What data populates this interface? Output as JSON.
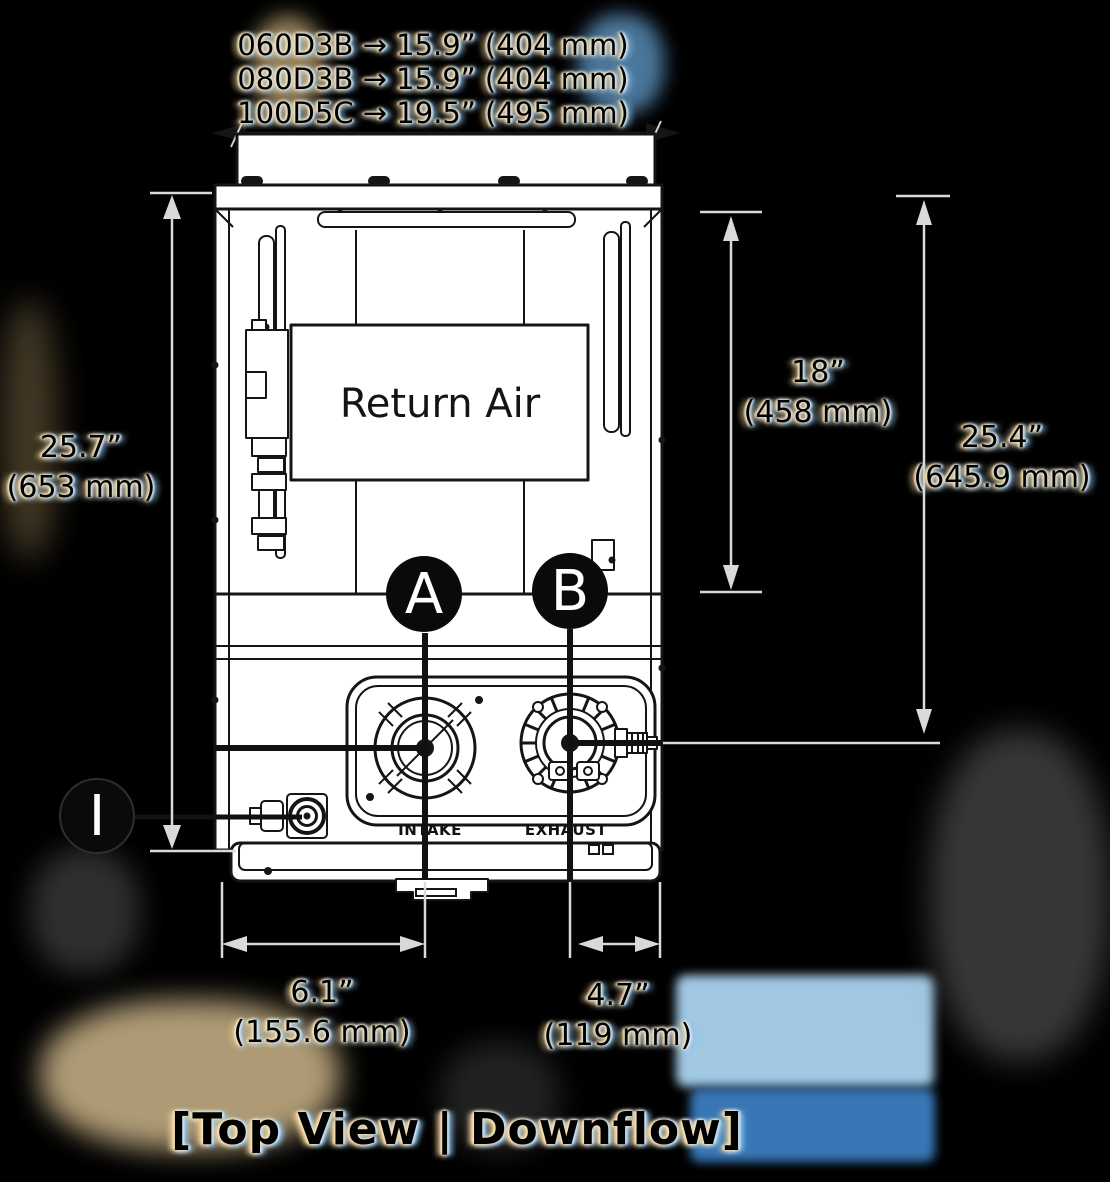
{
  "title": "[Top View | Downflow]",
  "top_models": [
    "060D3B → 15.9” (404 mm)",
    "080D3B → 15.9” (404 mm)",
    "100D5C → 19.5” (495 mm)"
  ],
  "labels": {
    "return_air": "Return Air",
    "intake": "INTAKE",
    "exhaust": "EXHAUST"
  },
  "callouts": {
    "a": "A",
    "b": "B",
    "i": "I"
  },
  "dims": {
    "left": {
      "inches": "25.7”",
      "mm": "(653 mm)"
    },
    "right_upper": {
      "inches": "18”",
      "mm": "(458 mm)"
    },
    "right_overall": {
      "inches": "25.4”",
      "mm": "(645.9 mm)"
    },
    "bottom_left": {
      "inches": "6.1”",
      "mm": "(155.6 mm)"
    },
    "bottom_right": {
      "inches": "4.7”",
      "mm": "(119 mm)"
    }
  },
  "colors": {
    "background": "#000000",
    "drawing_line": "#151515",
    "drawing_paper": "#ffffff",
    "dimension_line": "#d9d9d9",
    "halo_warm": "#edc98f",
    "halo_cool": "#8ec3ea",
    "artifact_blue": "#3c7dc0",
    "artifact_light_blue": "#a9d3f0",
    "artifact_cream": "#e9cf9d"
  }
}
